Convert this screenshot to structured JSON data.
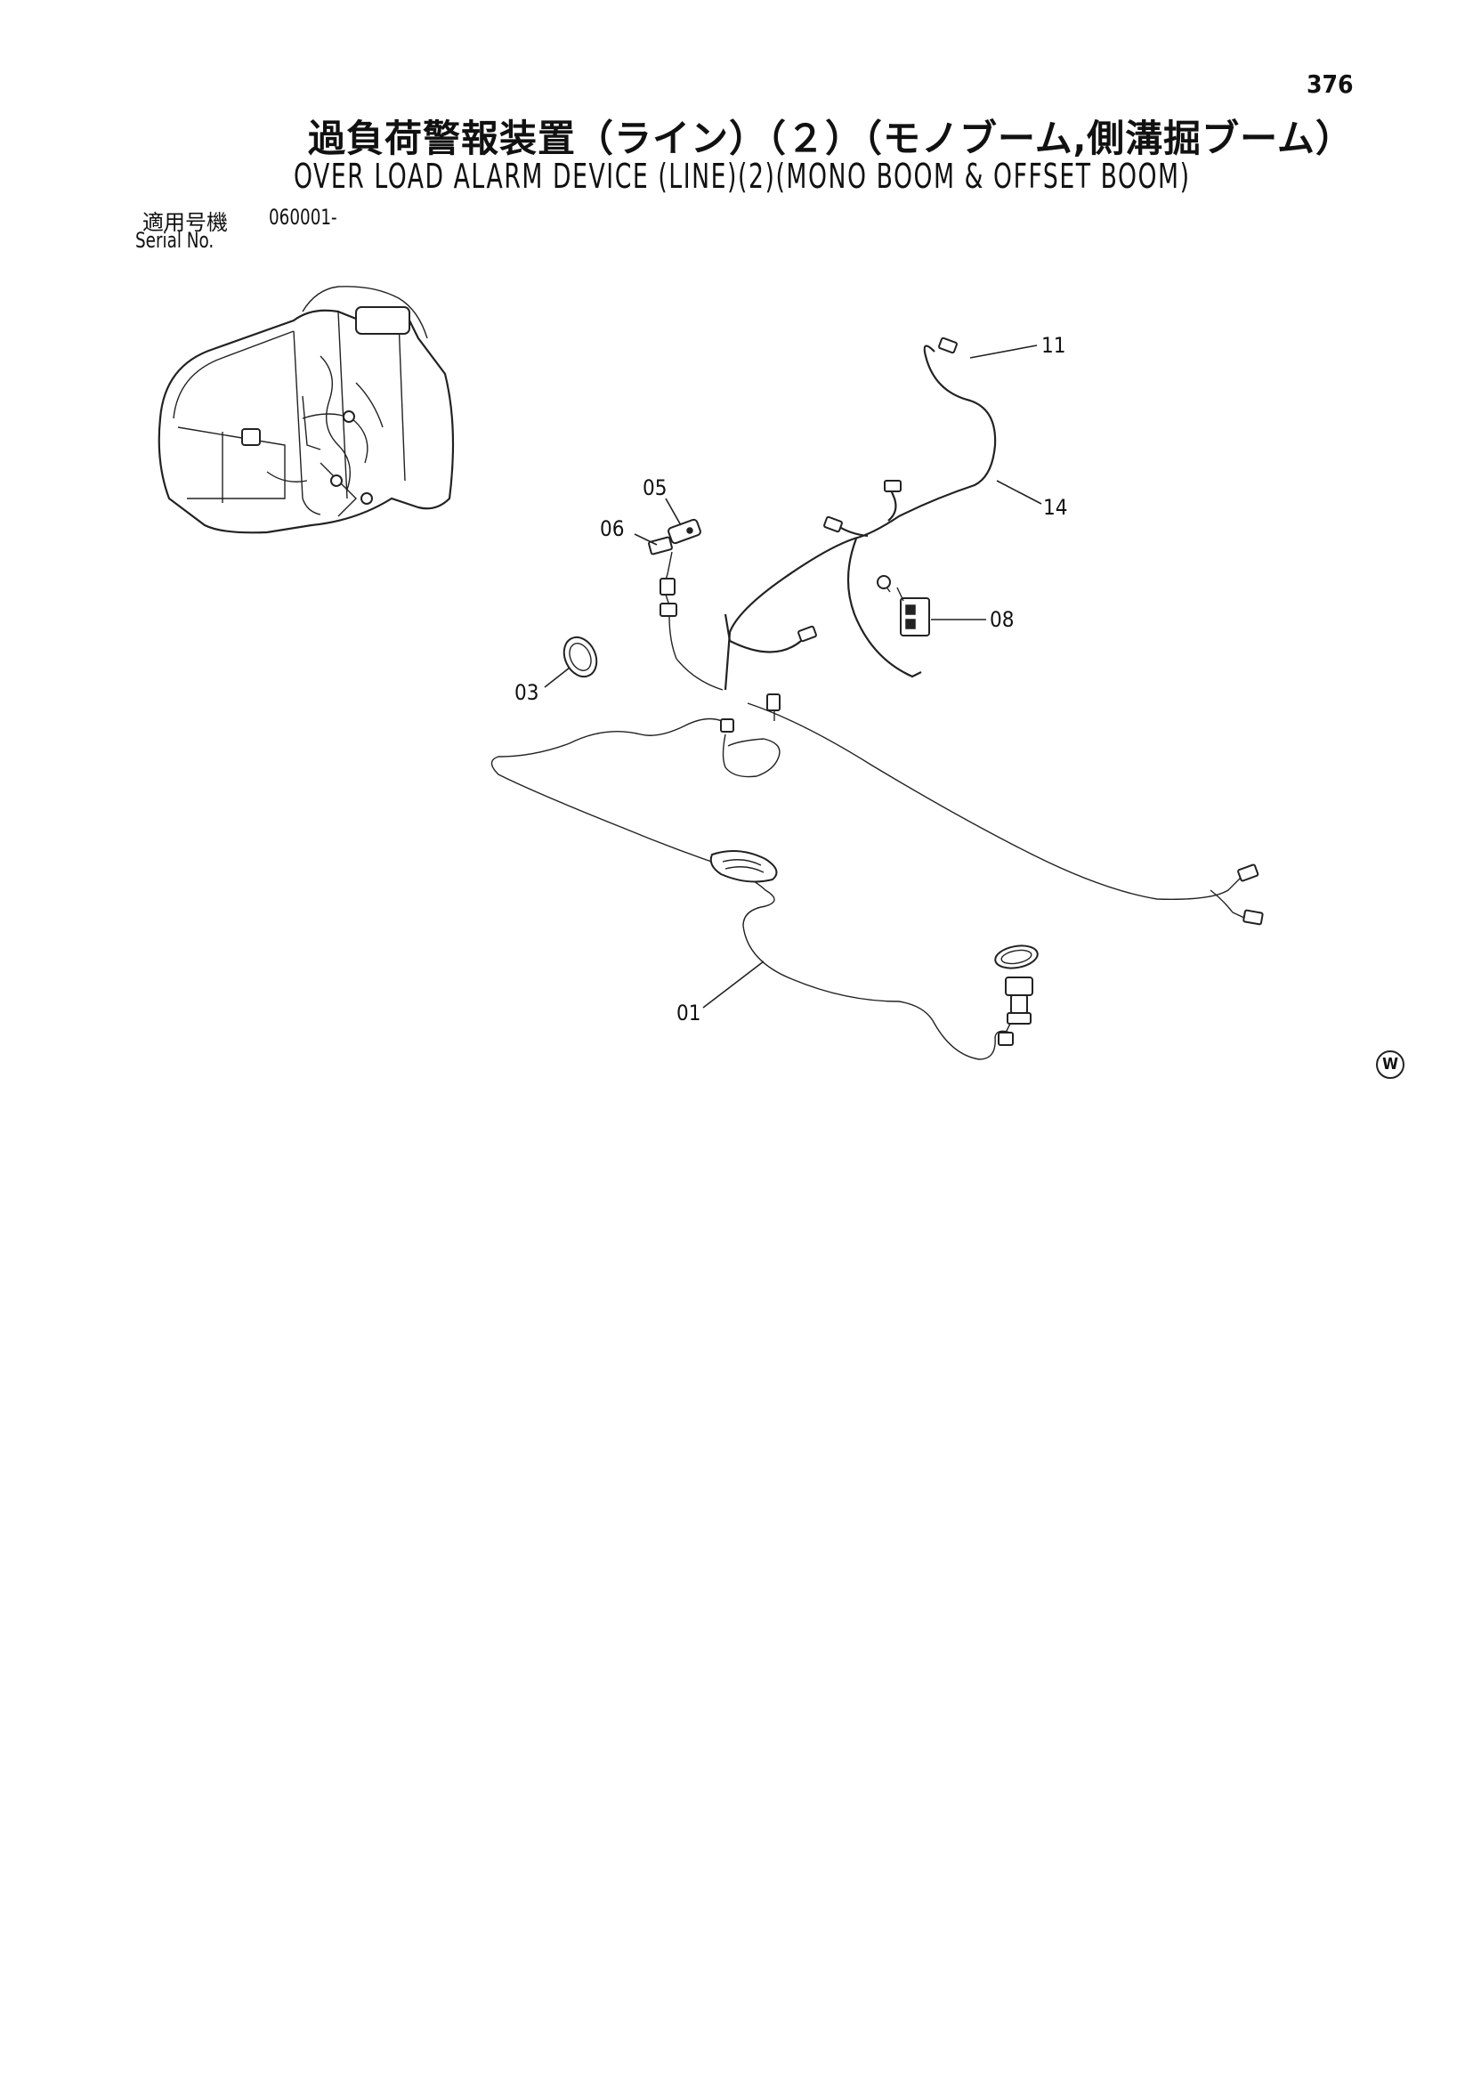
{
  "page": {
    "number": "376",
    "title_jp": "過負荷警報装置（ライン）（２）（モノブーム,側溝掘ブーム）",
    "title_en": "OVER LOAD ALARM DEVICE (LINE)(2)(MONO BOOM & OFFSET BOOM)",
    "serial_label_jp": "適用号機",
    "serial_number": "060001-",
    "serial_label_en": "Serial No.",
    "watermark": "W"
  },
  "callouts": [
    {
      "id": "11",
      "label": "11"
    },
    {
      "id": "14",
      "label": "14"
    },
    {
      "id": "05",
      "label": "05"
    },
    {
      "id": "06",
      "label": "06"
    },
    {
      "id": "08",
      "label": "08"
    },
    {
      "id": "03",
      "label": "03"
    },
    {
      "id": "01",
      "label": "01"
    }
  ]
}
